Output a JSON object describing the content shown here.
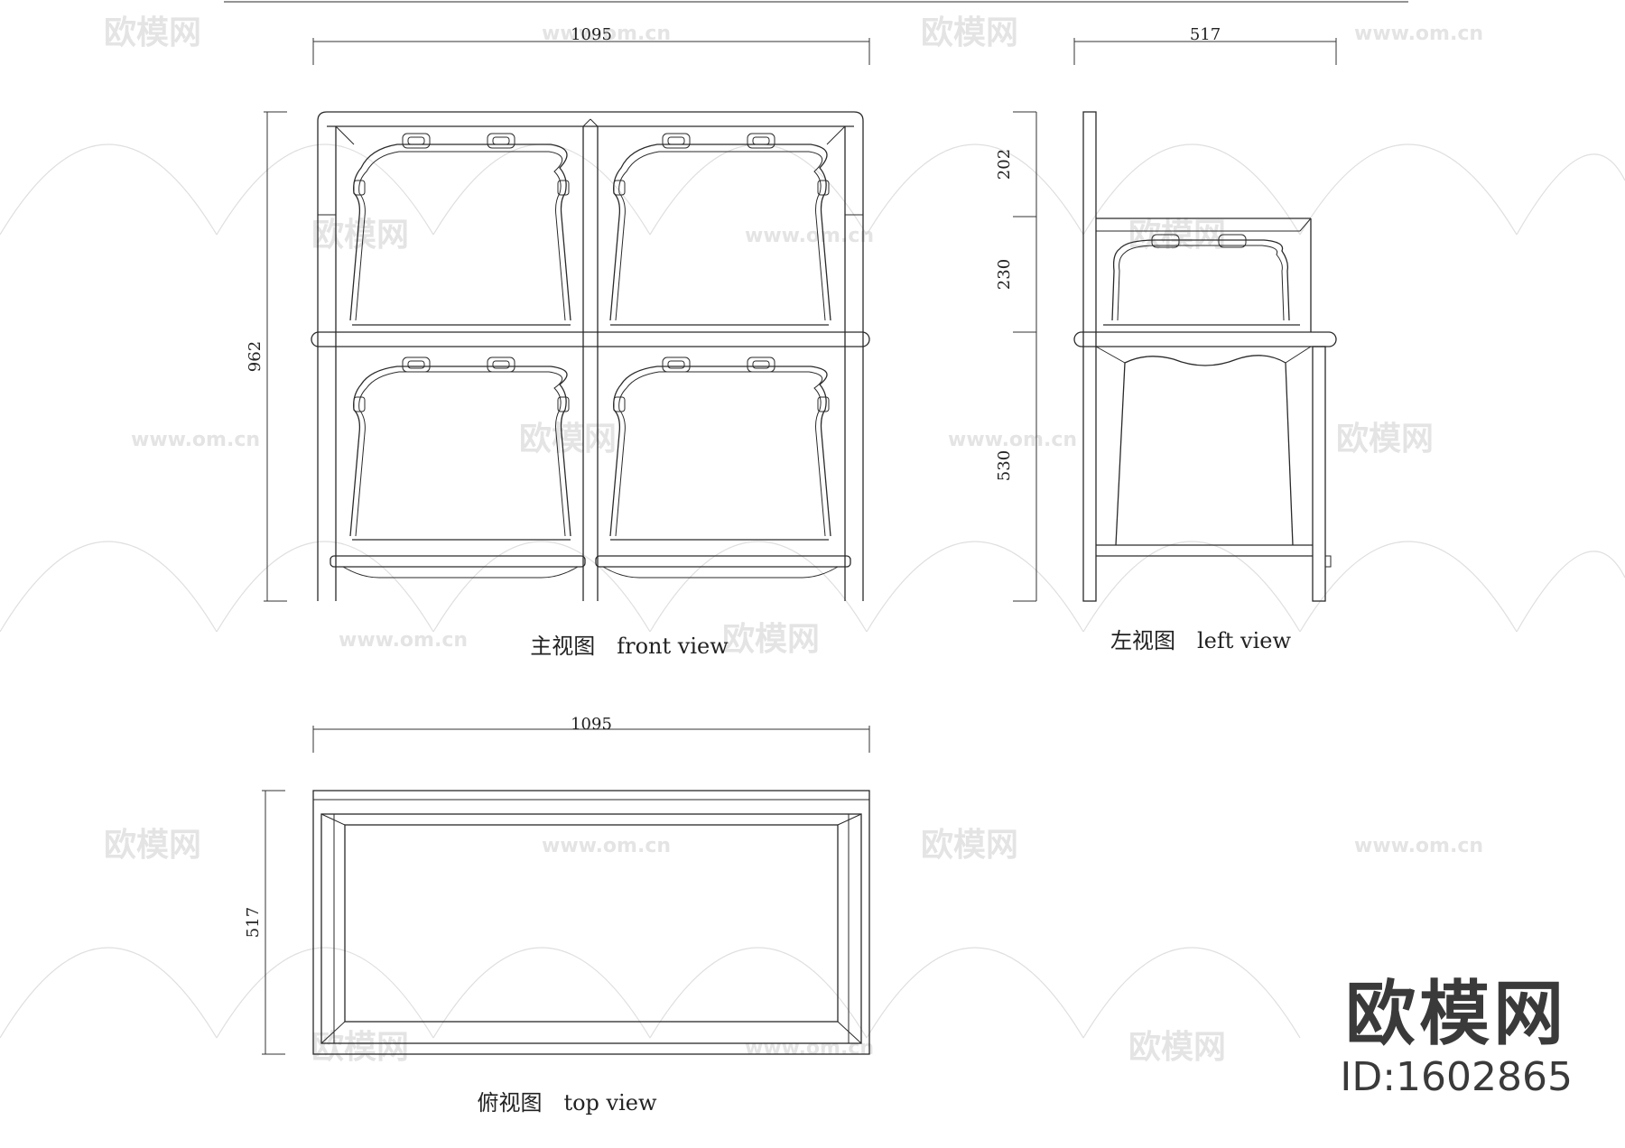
{
  "dimensions": {
    "front_width": "1095",
    "front_height": "962",
    "side_depth": "517",
    "side_seg_top": "202",
    "side_seg_mid": "230",
    "side_seg_bottom": "530",
    "top_width": "1095",
    "top_depth": "517"
  },
  "labels": {
    "front_view": "主视图　front view",
    "left_view": "左视图　left view",
    "top_view": "俯视图　top view"
  },
  "watermark": {
    "brand": "欧模网",
    "url": "www.om.cn",
    "id": "ID:1602865"
  }
}
